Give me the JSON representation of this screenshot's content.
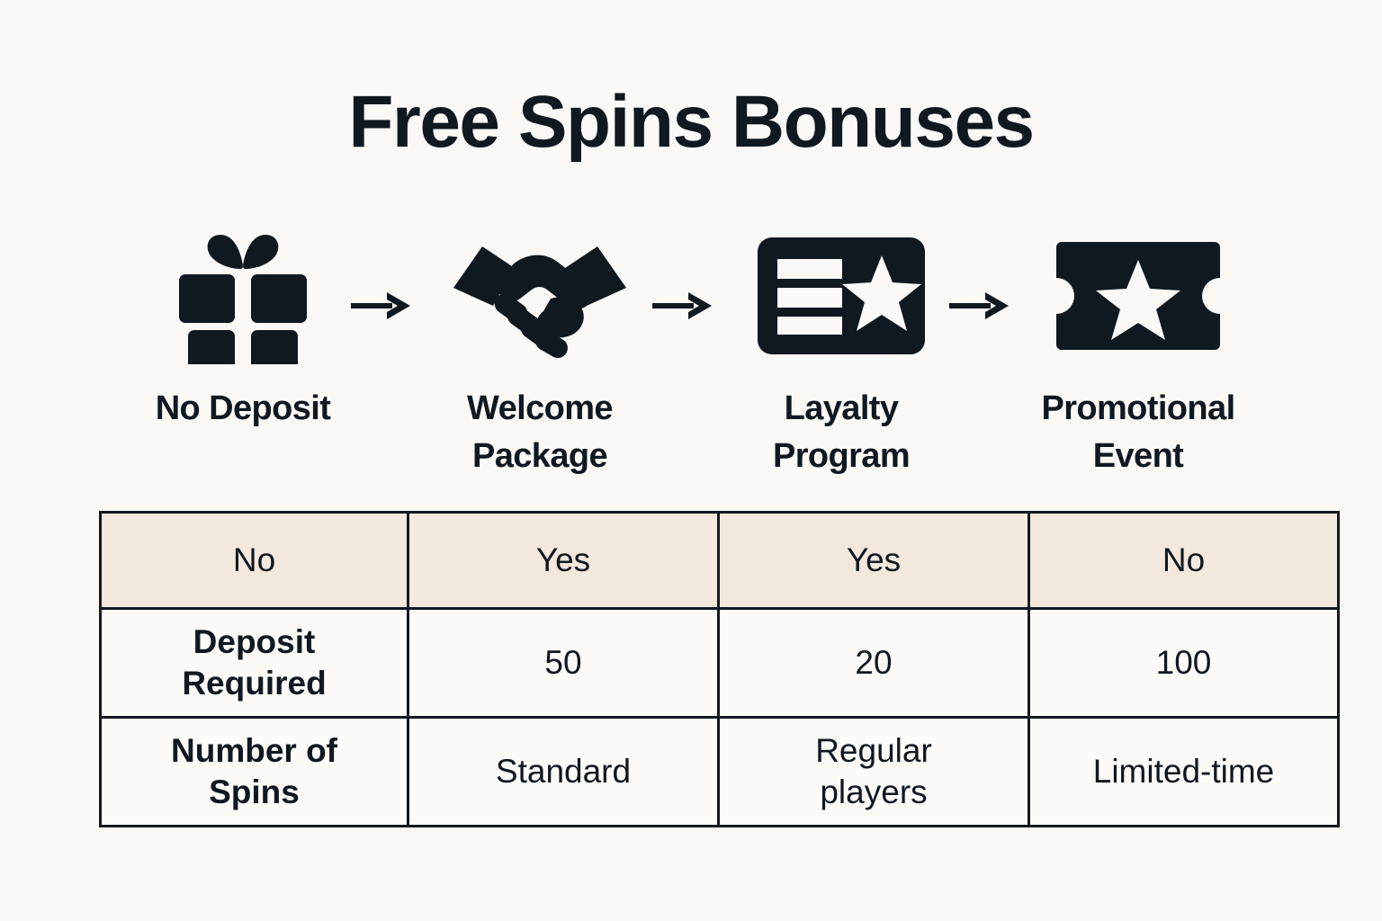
{
  "title": "Free Spins Bonuses",
  "colors": {
    "background": "#FAF9F6",
    "ink": "#101820",
    "header_row": "#F2E8DD",
    "cell": "#FCFBF8",
    "border": "#14181F"
  },
  "flow": {
    "arrow_glyph": "→",
    "steps": [
      {
        "icon": "gift-icon",
        "label": "No Deposit"
      },
      {
        "icon": "handshake-icon",
        "label": "Welcome\nPackage"
      },
      {
        "icon": "loyalty-card-icon",
        "label": "Layalty\nProgram"
      },
      {
        "icon": "ticket-icon",
        "label": "Promotional\nEvent"
      }
    ]
  },
  "chart_data": {
    "type": "table",
    "title": "Free Spins Bonuses",
    "columns": [
      "No Deposit",
      "Welcome Package",
      "Layalty Program",
      "Promotional Event"
    ],
    "row_labels": [
      "",
      "Deposit Required",
      "Number of Spins"
    ],
    "rows": [
      {
        "highlight": true,
        "cells": [
          "No",
          "Yes",
          "Yes",
          "No"
        ]
      },
      {
        "highlight": false,
        "cells": [
          "Deposit\nRequired",
          "50",
          "20",
          "100"
        ]
      },
      {
        "highlight": false,
        "cells": [
          "Number of\nSpins",
          "Standard",
          "Regular\nplayers",
          "Limited-time"
        ]
      }
    ]
  },
  "table": {
    "rows": [
      {
        "cells": [
          "No",
          "Yes",
          "Yes",
          "No"
        ]
      },
      {
        "cells": [
          "Deposit\nRequired",
          "50",
          "20",
          "100"
        ]
      },
      {
        "cells": [
          "Number of\nSpins",
          "Standard",
          "Regular\nplayers",
          "Limited-time"
        ]
      }
    ]
  }
}
